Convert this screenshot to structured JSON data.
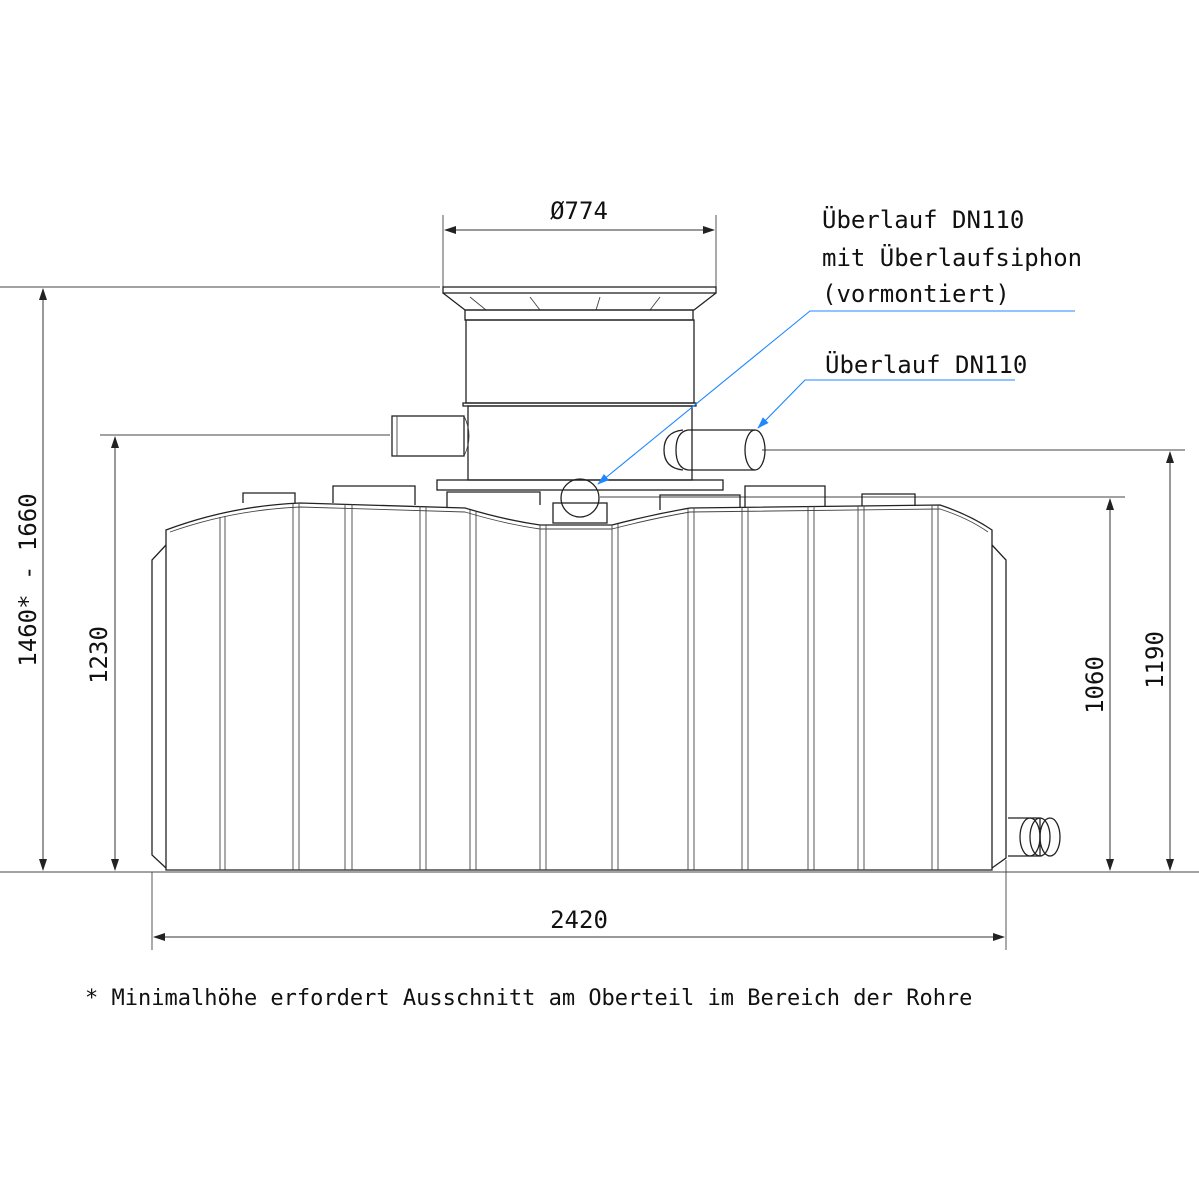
{
  "dimensions": {
    "total_height": "1460* - 1660",
    "inlet_height": "1230",
    "tank_height": "1060",
    "overflow_height": "1190",
    "tank_length": "2420",
    "shaft_diameter": "Ø774"
  },
  "labels": {
    "overflow_siphon_line1": "Überlauf DN110",
    "overflow_siphon_line2": "mit Überlaufsiphon",
    "overflow_siphon_line3": "(vormontiert)",
    "overflow": "Überlauf DN110"
  },
  "footnote": "* Minimalhöhe erfordert Ausschnitt am Oberteil im Bereich der Rohre",
  "colors": {
    "leader": "#1e88ff",
    "line": "#222222"
  }
}
